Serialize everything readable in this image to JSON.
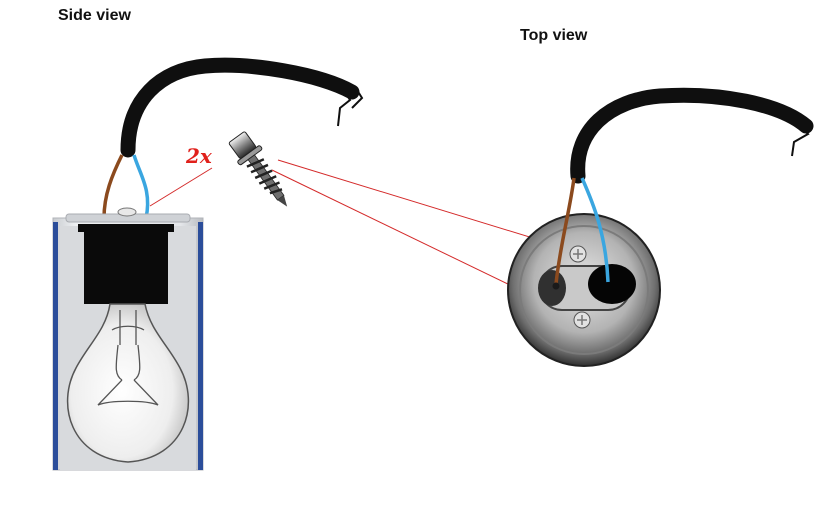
{
  "labels": {
    "side_view": "Side view",
    "top_view": "Top view",
    "screw_quantity": "2x"
  },
  "colors": {
    "cable": "#0f0f0f",
    "brown_wire": "#8b4a1e",
    "blue_wire": "#3aa6e0",
    "guide_line": "#d42a2a",
    "can_body": "#dfe0e2"
  }
}
